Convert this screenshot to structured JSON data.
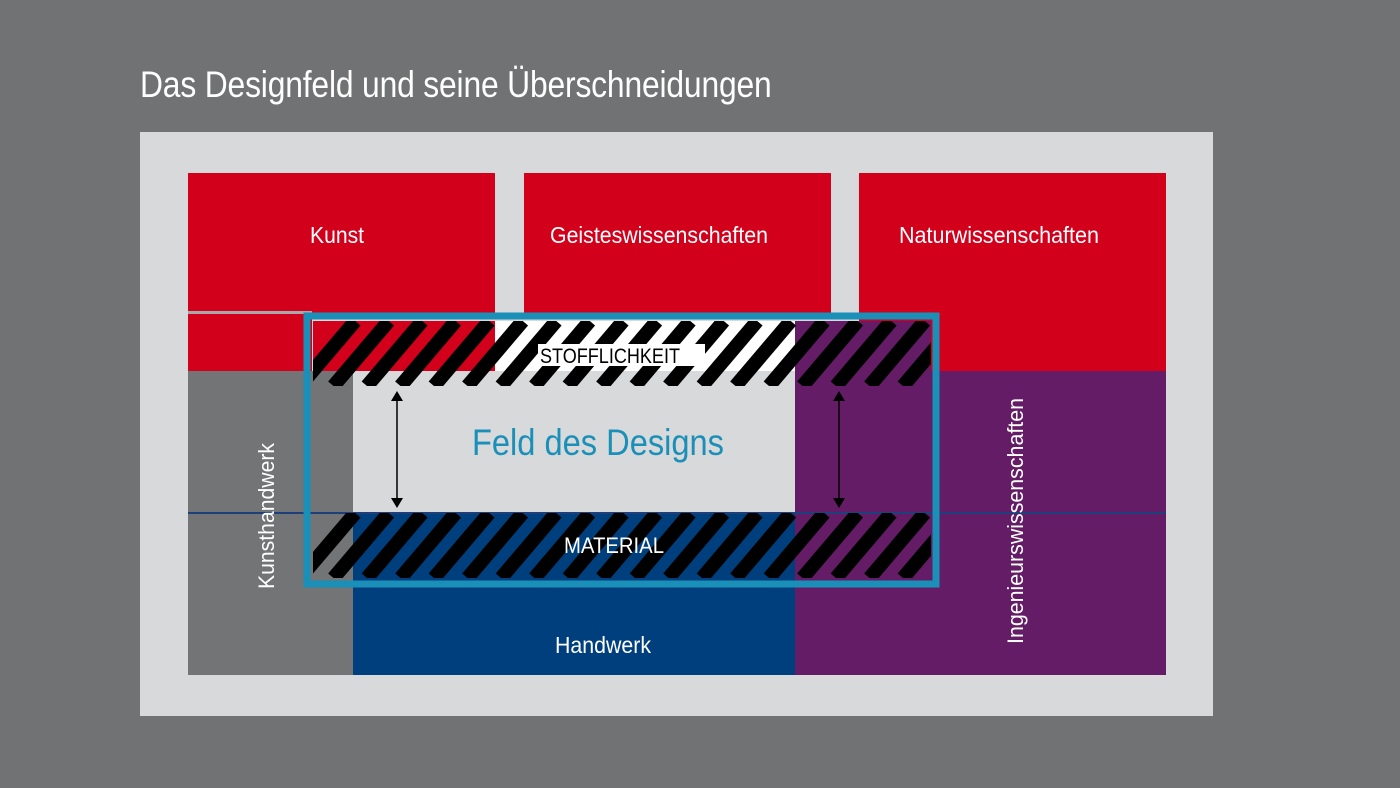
{
  "title": "Das Designfeld und seine Überschneidungen",
  "fields": {
    "kunst": "Kunst",
    "geisteswissenschaften": "Geisteswissenschaften",
    "naturwissenschaften": "Naturwissenschaften",
    "kunsthandwerk": "Kunsthandwerk",
    "ingenieurswissenschaften": "Ingenieurswissenschaften",
    "handwerk": "Handwerk"
  },
  "design_field": {
    "label": "Feld des Designs",
    "top_band": "STOFFLICHKEIT",
    "bottom_band": "MATERIAL"
  },
  "colors": {
    "background": "#717274",
    "panel": "#d8d9db",
    "red": "#d3001c",
    "purple": "#641c66",
    "blue": "#003f7d",
    "gray": "#737476",
    "frame": "#1a8fb8",
    "label_blue": "#1a8fb8"
  }
}
